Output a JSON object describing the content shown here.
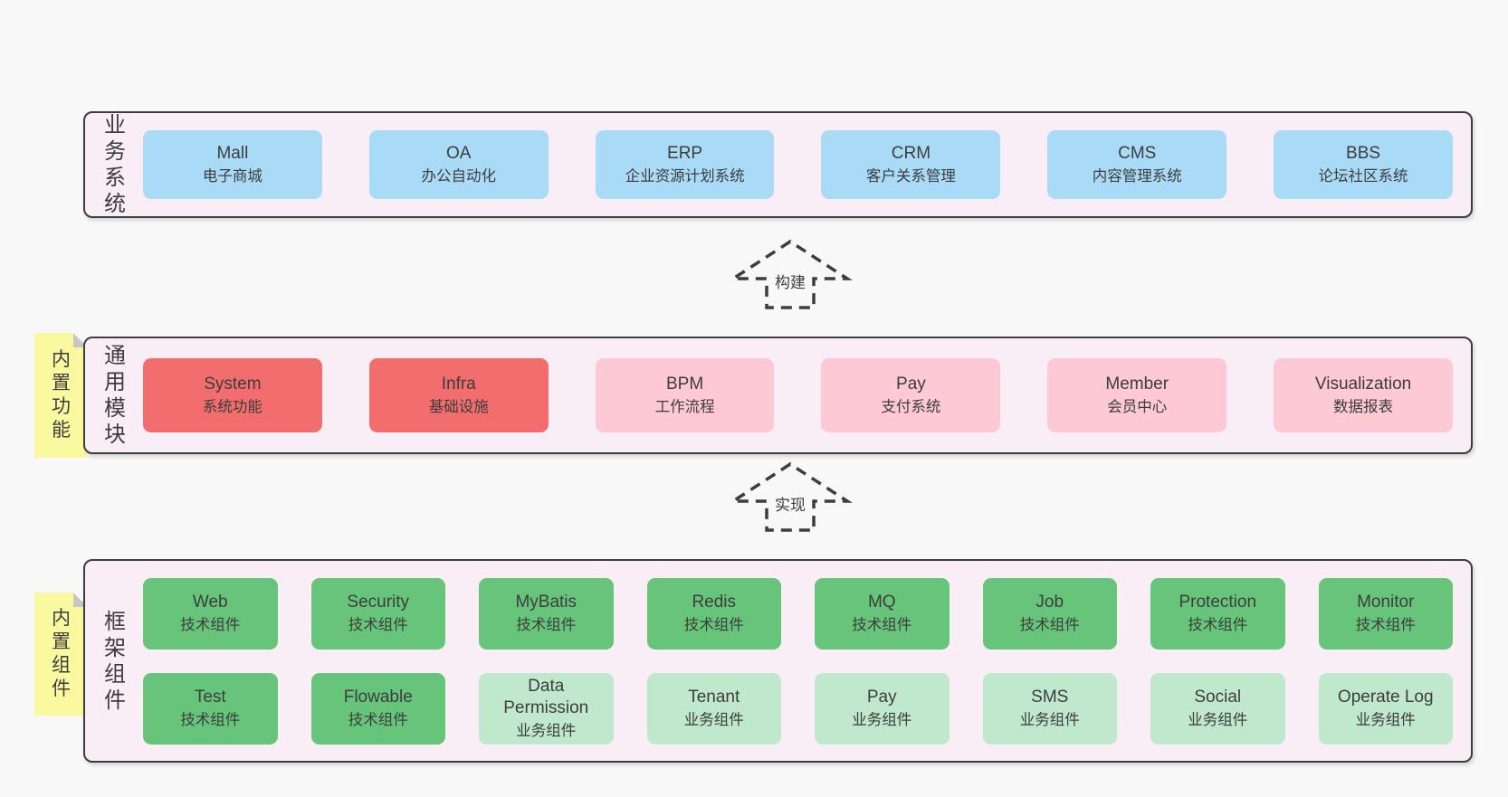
{
  "colors": {
    "page_bg": "#f8f8f8",
    "container_bg": "#f9edf6",
    "container_border": "#3d3d3d",
    "text": "#3d3d3d",
    "blue": "#a9dbf7",
    "red": "#f26d6d",
    "pink": "#fcc9d4",
    "green_dark": "#67c57b",
    "green_light": "#c0e8cd",
    "sticky_yellow": "#fbf9a0",
    "sticky_fold": "#c6c6c6"
  },
  "top_section": {
    "label": "业务系统",
    "boxes": [
      {
        "name": "Mall",
        "desc": "电子商城"
      },
      {
        "name": "OA",
        "desc": "办公自动化"
      },
      {
        "name": "ERP",
        "desc": "企业资源计划系统"
      },
      {
        "name": "CRM",
        "desc": "客户关系管理"
      },
      {
        "name": "CMS",
        "desc": "内容管理系统"
      },
      {
        "name": "BBS",
        "desc": "论坛社区系统"
      }
    ]
  },
  "arrows": [
    {
      "label": "构建"
    },
    {
      "label": "实现"
    }
  ],
  "middle_section": {
    "sticky": "内置功能",
    "label": "通用模块",
    "boxes": [
      {
        "name": "System",
        "desc": "系统功能"
      },
      {
        "name": "Infra",
        "desc": "基础设施"
      },
      {
        "name": "BPM",
        "desc": "工作流程"
      },
      {
        "name": "Pay",
        "desc": "支付系统"
      },
      {
        "name": "Member",
        "desc": "会员中心"
      },
      {
        "name": "Visualization",
        "desc": "数据报表"
      }
    ]
  },
  "bottom_section": {
    "sticky": "内置组件",
    "label": "框架组件",
    "row1": [
      {
        "name": "Web",
        "desc": "技术组件"
      },
      {
        "name": "Security",
        "desc": "技术组件"
      },
      {
        "name": "MyBatis",
        "desc": "技术组件"
      },
      {
        "name": "Redis",
        "desc": "技术组件"
      },
      {
        "name": "MQ",
        "desc": "技术组件"
      },
      {
        "name": "Job",
        "desc": "技术组件"
      },
      {
        "name": "Protection",
        "desc": "技术组件"
      },
      {
        "name": "Monitor",
        "desc": "技术组件"
      }
    ],
    "row2": [
      {
        "name": "Test",
        "desc": "技术组件"
      },
      {
        "name": "Flowable",
        "desc": "技术组件"
      },
      {
        "name": "Data Permission",
        "desc": "业务组件"
      },
      {
        "name": "Tenant",
        "desc": "业务组件"
      },
      {
        "name": "Pay",
        "desc": "业务组件"
      },
      {
        "name": "SMS",
        "desc": "业务组件"
      },
      {
        "name": "Social",
        "desc": "业务组件"
      },
      {
        "name": "Operate Log",
        "desc": "业务组件"
      }
    ]
  }
}
